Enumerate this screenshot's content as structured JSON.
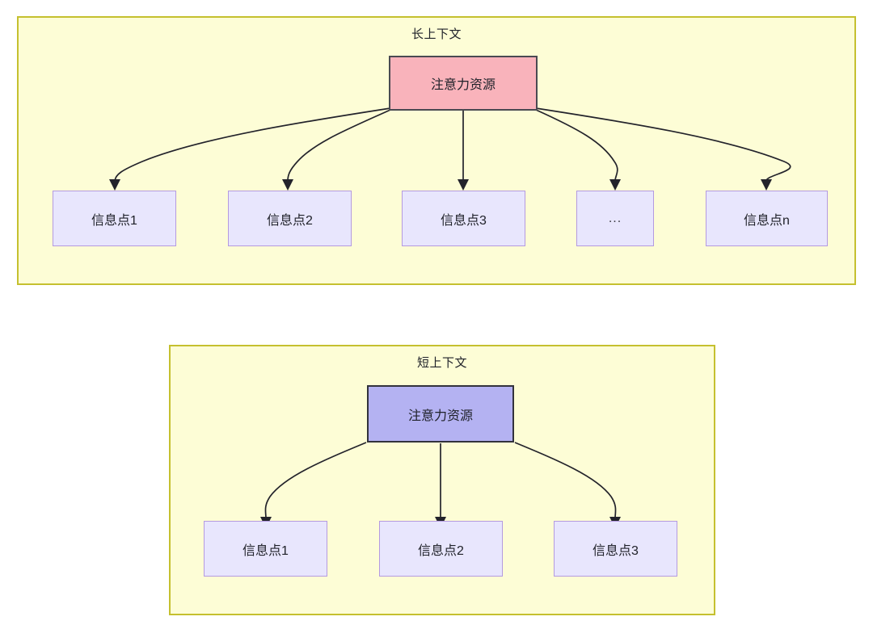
{
  "diagram": {
    "background": "#ffffff",
    "panel_fill": "#fdfdd6",
    "panel_border": "#c5c02f",
    "edge_color": "#23232b"
  },
  "panels": [
    {
      "id": "long-context",
      "title": "长上下文",
      "root": {
        "label": "注意力资源",
        "fill": "#f9b3bb",
        "border": "#4a4a52"
      },
      "children": [
        {
          "label": "信息点1",
          "fill": "#e8e6fd",
          "border": "#b49ae0"
        },
        {
          "label": "信息点2",
          "fill": "#e8e6fd",
          "border": "#b49ae0"
        },
        {
          "label": "信息点3",
          "fill": "#e8e6fd",
          "border": "#b49ae0"
        },
        {
          "label": "...",
          "fill": "#e8e6fd",
          "border": "#b49ae0"
        },
        {
          "label": "信息点n",
          "fill": "#e8e6fd",
          "border": "#b49ae0"
        }
      ]
    },
    {
      "id": "short-context",
      "title": "短上下文",
      "root": {
        "label": "注意力资源",
        "fill": "#b4b2f2",
        "border": "#32323c"
      },
      "children": [
        {
          "label": "信息点1",
          "fill": "#e8e6fd",
          "border": "#b49ae0"
        },
        {
          "label": "信息点2",
          "fill": "#e8e6fd",
          "border": "#b49ae0"
        },
        {
          "label": "信息点3",
          "fill": "#e8e6fd",
          "border": "#b49ae0"
        }
      ]
    }
  ]
}
